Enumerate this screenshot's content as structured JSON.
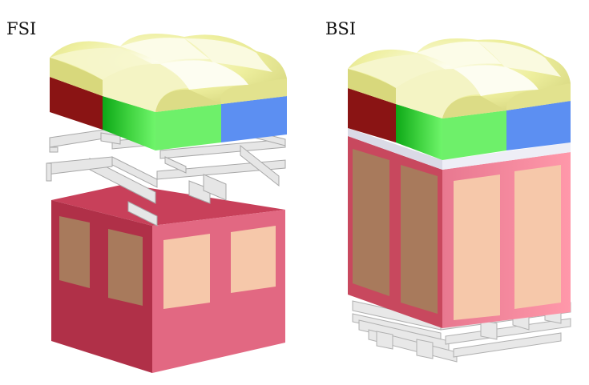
{
  "labels": {
    "fsi": "FSI",
    "bsi": "BSI"
  },
  "colors": {
    "lens": "#e9ea98",
    "lens_highlight": "#fbfbe6",
    "filter_red": "#8a1414",
    "filter_green_dark": "#10a018",
    "filter_green_light": "#6ef06a",
    "filter_blue": "#5c8ff2",
    "wiring": "#e4e4e4",
    "substrate_front": "#dc5f7a",
    "substrate_side": "#b03048",
    "substrate_top": "#c8405a",
    "photodiode_dark": "#a87a5c",
    "photodiode_light": "#f6c8aa",
    "bsi_substrate_front": "#f48ca0",
    "bsi_substrate_side": "#c8485e"
  },
  "icons": [
    "fsi-pixel-diagram",
    "bsi-pixel-diagram"
  ]
}
